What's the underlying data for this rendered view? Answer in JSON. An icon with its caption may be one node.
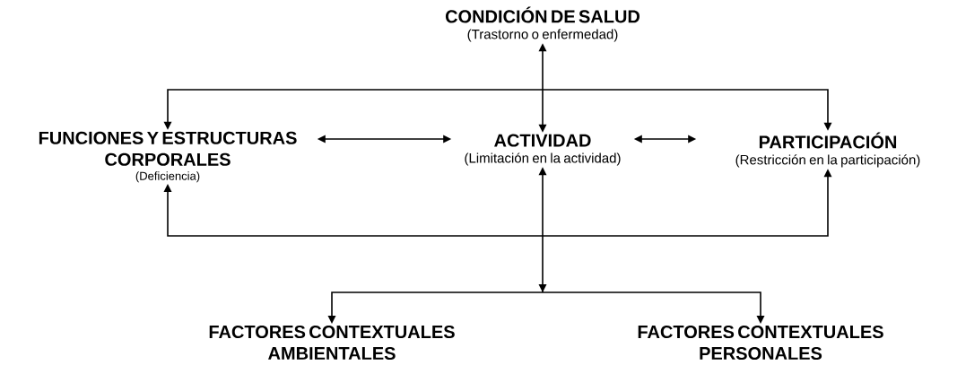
{
  "diagram": {
    "nodes": [
      {
        "text": [
          "CONDICIÓN DE SALUD",
          "(Trastorno o enfermedad)"
        ]
      },
      {
        "text": [
          "FUNCIONES Y ESTRUCTURAS CORPORALES",
          "(Deficiencia)"
        ]
      },
      {
        "text": [
          "ACTIVIDAD",
          "(Limitación en la actividad)"
        ]
      },
      {
        "text": [
          "PARTICIPACIÓN",
          "(Restricción en la participación)"
        ]
      },
      {
        "text": [
          "FACTORES CONTEXTUALES AMBIENTALES"
        ]
      },
      {
        "text": [
          "FACTORES CONTEXTUALES PERSONALES"
        ]
      }
    ],
    "edges": [
      {
        "from": 0,
        "to": 2,
        "arrow": "both"
      },
      {
        "from": 0,
        "to": 1,
        "arrow": "both"
      },
      {
        "from": 0,
        "to": 3,
        "arrow": "both"
      },
      {
        "from": 1,
        "to": 2,
        "arrow": "both"
      },
      {
        "from": 2,
        "to": 3,
        "arrow": "both"
      },
      {
        "from": 2,
        "to": 4,
        "arrow": "both"
      },
      {
        "from": 2,
        "to": 5,
        "arrow": "both"
      },
      {
        "from": 4,
        "to": 1,
        "arrow": "both"
      },
      {
        "from": 4,
        "to": 3,
        "arrow": "both"
      },
      {
        "from": 5,
        "to": 1,
        "arrow": "both"
      },
      {
        "from": 5,
        "to": 3,
        "arrow": "both"
      }
    ]
  }
}
